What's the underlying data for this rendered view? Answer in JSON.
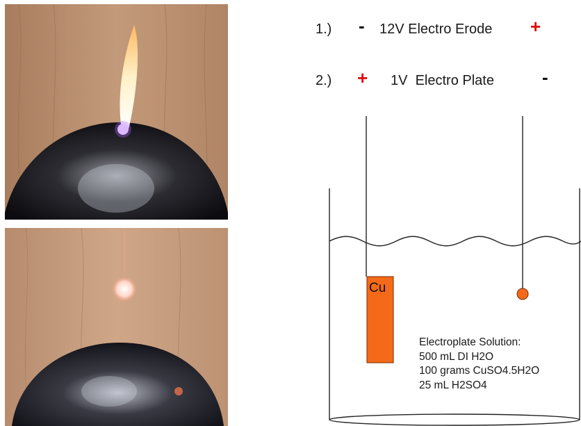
{
  "steps": [
    {
      "number": "1.)",
      "left_sign": "-",
      "label": "12V Electro Erode",
      "right_sign": "+"
    },
    {
      "number": "2.)",
      "left_sign": "+",
      "label": "1V  Electro Plate",
      "right_sign": "-"
    }
  ],
  "diagram": {
    "anode_label": "Cu",
    "solution_title": "Electroplate Solution:",
    "solution_lines": [
      "500 mL DI H2O",
      "100 grams CuSO4.5H2O",
      "25 mL H2SO4"
    ],
    "colors": {
      "copper": "#f46a18",
      "positive": "#e01010",
      "negative": "#111111"
    }
  },
  "photos": [
    {
      "name": "electro-erode-photo"
    },
    {
      "name": "electro-plate-photo"
    }
  ]
}
